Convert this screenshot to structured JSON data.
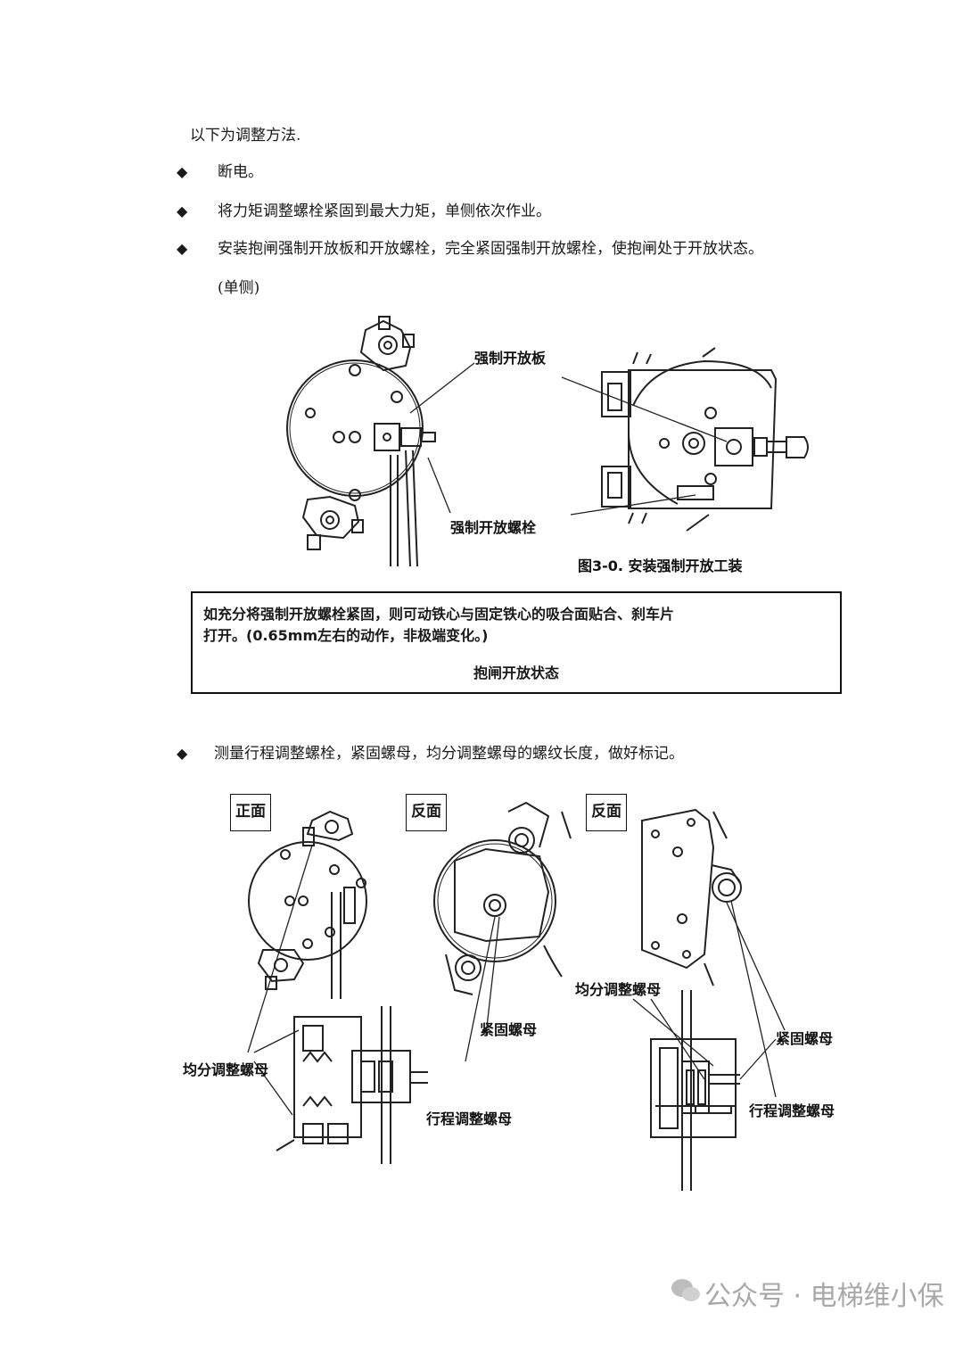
{
  "intro": "以下为调整方法.",
  "bullet_symbol": "◆",
  "steps": [
    "断电。",
    "将力矩调整螺栓紧固到最大力矩，单侧依次作业。",
    "安装抱闸强制开放板和开放螺栓，完全紧固强制开放螺栓，使抱闸处于开放状态。",
    "(单侧)",
    "测量行程调整螺栓，紧固螺母，均分调整螺母的螺纹长度，做好标记。"
  ],
  "figure1": {
    "label_plate": "强制开放板",
    "label_bolt": "强制开放螺栓",
    "caption": "图3-0. 安装强制开放工装"
  },
  "callout": {
    "line1": "如充分将强制开放螺栓紧固，则可动铁心与固定铁心的吸合面贴合、刹车片",
    "line2": "打开。(0.65mm左右的动作，非极端变化。)",
    "title": "抱闸开放状态"
  },
  "figure2": {
    "view_front": "正面",
    "view_back1": "反面",
    "view_back2": "反面",
    "label_even_nut_left": "均分调整螺母",
    "label_lock_nut_mid": "紧固螺母",
    "label_stroke_nut_mid": "行程调整螺母",
    "label_even_nut_right": "均分调整螺母",
    "label_lock_nut_right": "紧固螺母",
    "label_stroke_nut_right": "行程调整螺母"
  },
  "watermark": "公众号 · 电梯维小保"
}
